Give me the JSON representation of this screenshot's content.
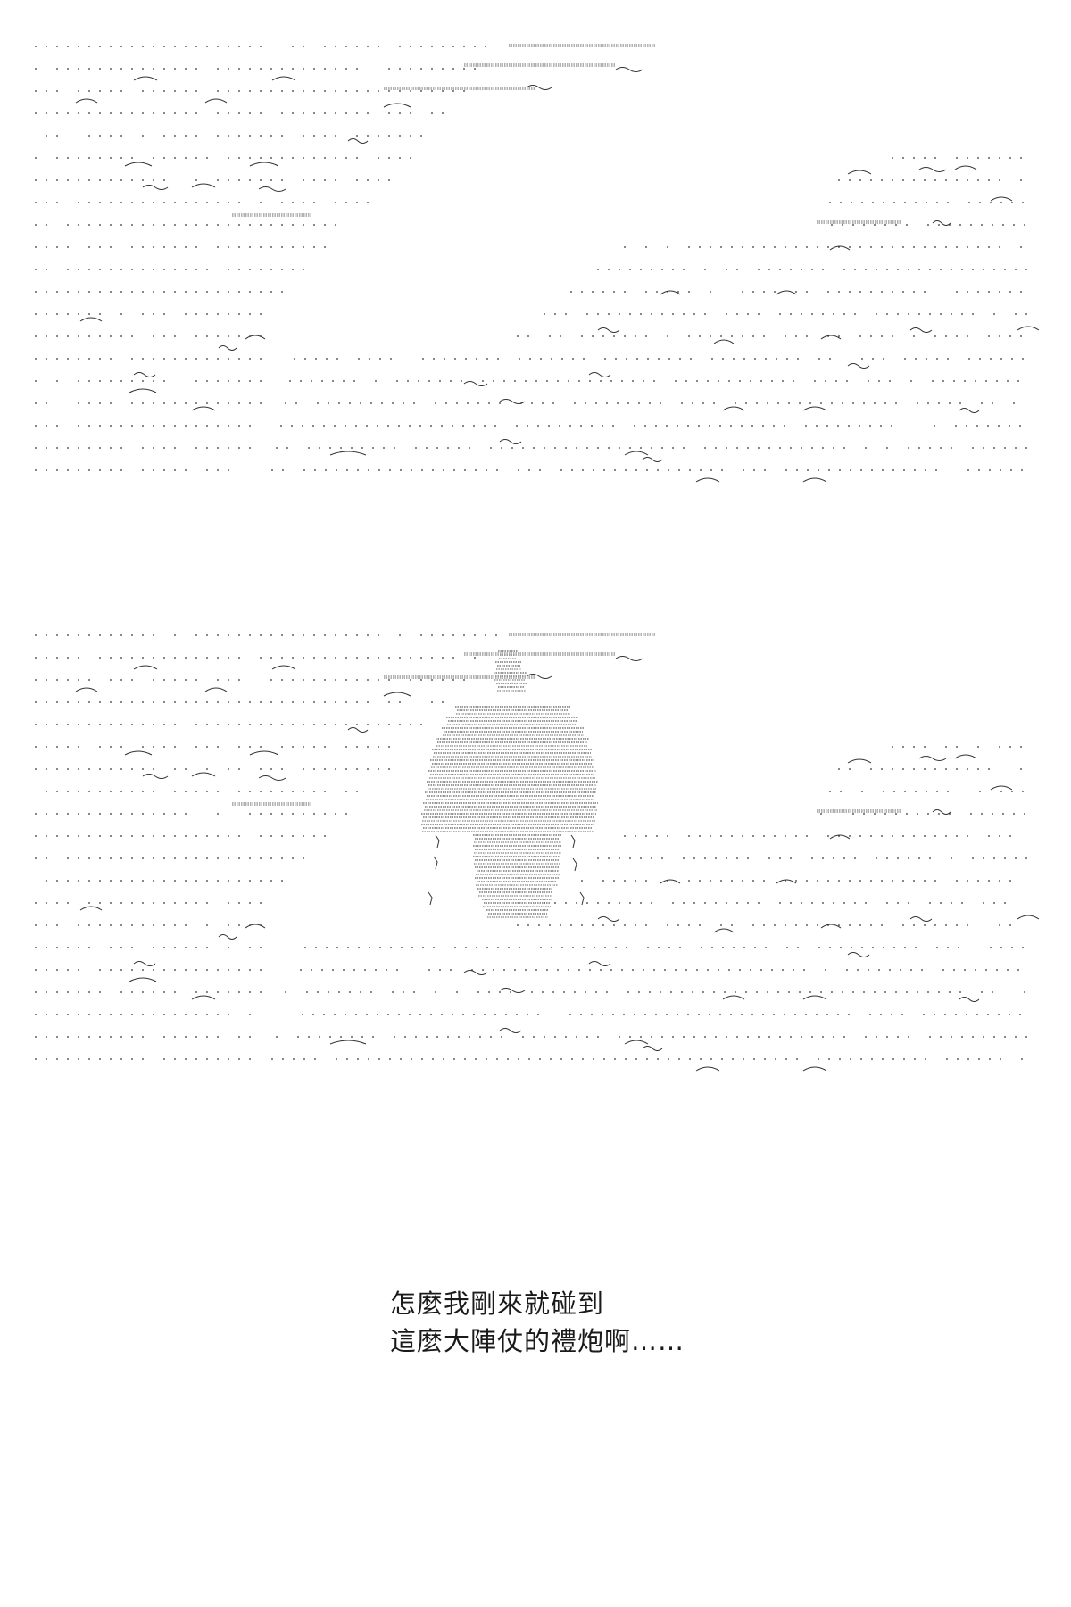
{
  "colors": {
    "background": "#ffffff",
    "ink": "#333333",
    "text": "#1a1a1a"
  },
  "panels": [
    {
      "name": "panel-clouds-sky",
      "figure": false
    },
    {
      "name": "panel-clouds-figure",
      "figure": true
    }
  ],
  "caption": {
    "line1": "怎麼我剛來就碰到",
    "line2": "這麼大陣仗的禮炮啊……"
  }
}
